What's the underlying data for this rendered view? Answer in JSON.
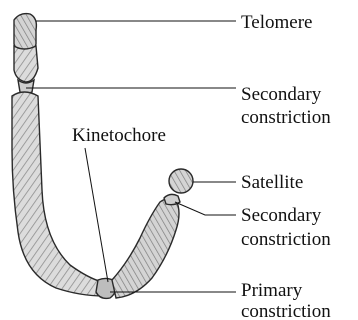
{
  "labels": {
    "telomere": "Telomere",
    "secondary_constriction_1": [
      "Secondary",
      "constriction"
    ],
    "kinetochore": "Kinetochore",
    "satellite": "Satellite",
    "secondary_constriction_2": [
      "Secondary",
      "constriction"
    ],
    "primary_constriction": [
      "Primary",
      "constriction"
    ]
  },
  "colors": {
    "ink": "#111111",
    "chromatid_fill": "#d9d9d9",
    "chromatid_shade": "#8f8f8f",
    "background": "#ffffff"
  }
}
